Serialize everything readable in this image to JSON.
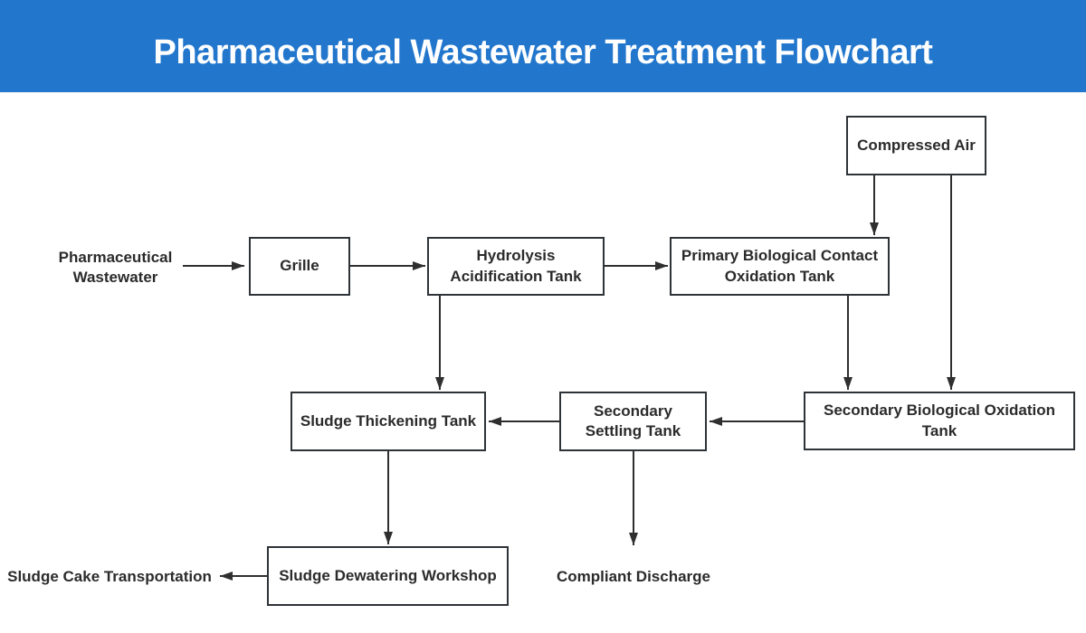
{
  "header": {
    "title": "Pharmaceutical Wastewater Treatment Flowchart"
  },
  "colors": {
    "header_bg": "#2277cd",
    "header_text": "#ffffff",
    "box_border": "#2e3338",
    "box_fill": "#ffffff",
    "arrow": "#2f2f2f",
    "text": "#2b2b2b",
    "background": "#ffffff"
  },
  "nodes": {
    "compressed_air": {
      "label": "Compressed Air"
    },
    "pharmaceutical_wastewater": {
      "label": "Pharmaceutical\nWastewater"
    },
    "grille": {
      "label": "Grille"
    },
    "hydrolysis_acidification_tank": {
      "label": "Hydrolysis\nAcidification Tank"
    },
    "primary_biological_contact_oxidation_tank": {
      "label": "Primary Biological Contact\nOxidation Tank"
    },
    "secondary_biological_oxidation_tank": {
      "label": "Secondary Biological Oxidation\nTank"
    },
    "secondary_settling_tank": {
      "label": "Secondary\nSettling Tank"
    },
    "sludge_thickening_tank": {
      "label": "Sludge Thickening Tank"
    },
    "sludge_dewatering_workshop": {
      "label": "Sludge Dewatering Workshop"
    },
    "compliant_discharge": {
      "label": "Compliant Discharge"
    },
    "sludge_cake_transportation": {
      "label": "Sludge Cake Transportation"
    }
  },
  "edges": [
    {
      "from": "pharmaceutical_wastewater",
      "to": "grille"
    },
    {
      "from": "grille",
      "to": "hydrolysis_acidification_tank"
    },
    {
      "from": "hydrolysis_acidification_tank",
      "to": "primary_biological_contact_oxidation_tank"
    },
    {
      "from": "compressed_air",
      "to": "primary_biological_contact_oxidation_tank"
    },
    {
      "from": "compressed_air",
      "to": "secondary_biological_oxidation_tank"
    },
    {
      "from": "primary_biological_contact_oxidation_tank",
      "to": "secondary_biological_oxidation_tank"
    },
    {
      "from": "secondary_biological_oxidation_tank",
      "to": "secondary_settling_tank"
    },
    {
      "from": "secondary_settling_tank",
      "to": "sludge_thickening_tank"
    },
    {
      "from": "hydrolysis_acidification_tank",
      "to": "sludge_thickening_tank"
    },
    {
      "from": "sludge_thickening_tank",
      "to": "sludge_dewatering_workshop"
    },
    {
      "from": "secondary_settling_tank",
      "to": "compliant_discharge"
    },
    {
      "from": "sludge_dewatering_workshop",
      "to": "sludge_cake_transportation"
    }
  ]
}
